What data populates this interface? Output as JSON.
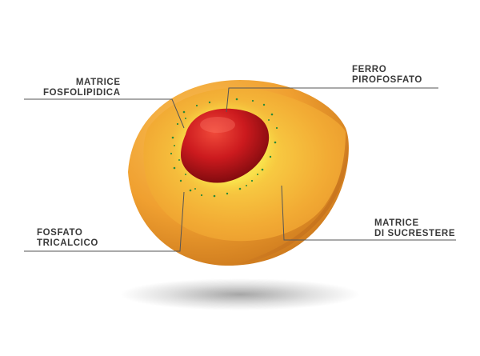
{
  "labels": {
    "matrice_fosfolipidica": {
      "line1": "MATRICE",
      "line2": "FOSFOLIPIDICA"
    },
    "ferro_pirofosfato": {
      "line1": "FERRO",
      "line2": "PIROFOSFATO"
    },
    "fosfato_tricalcico": {
      "line1": "FOSFATO",
      "line2": "TRICALCICO"
    },
    "matrice_sucrestere": {
      "line1": "MATRICE",
      "line2": "DI SUCRESTERE"
    }
  },
  "colors": {
    "outer_shell": "#f2a330",
    "inner_glow": "#fbe24c",
    "core": "#c8141c",
    "dots": "#2c8a3a",
    "leader_line": "#555555",
    "text": "#3a3a3a"
  }
}
